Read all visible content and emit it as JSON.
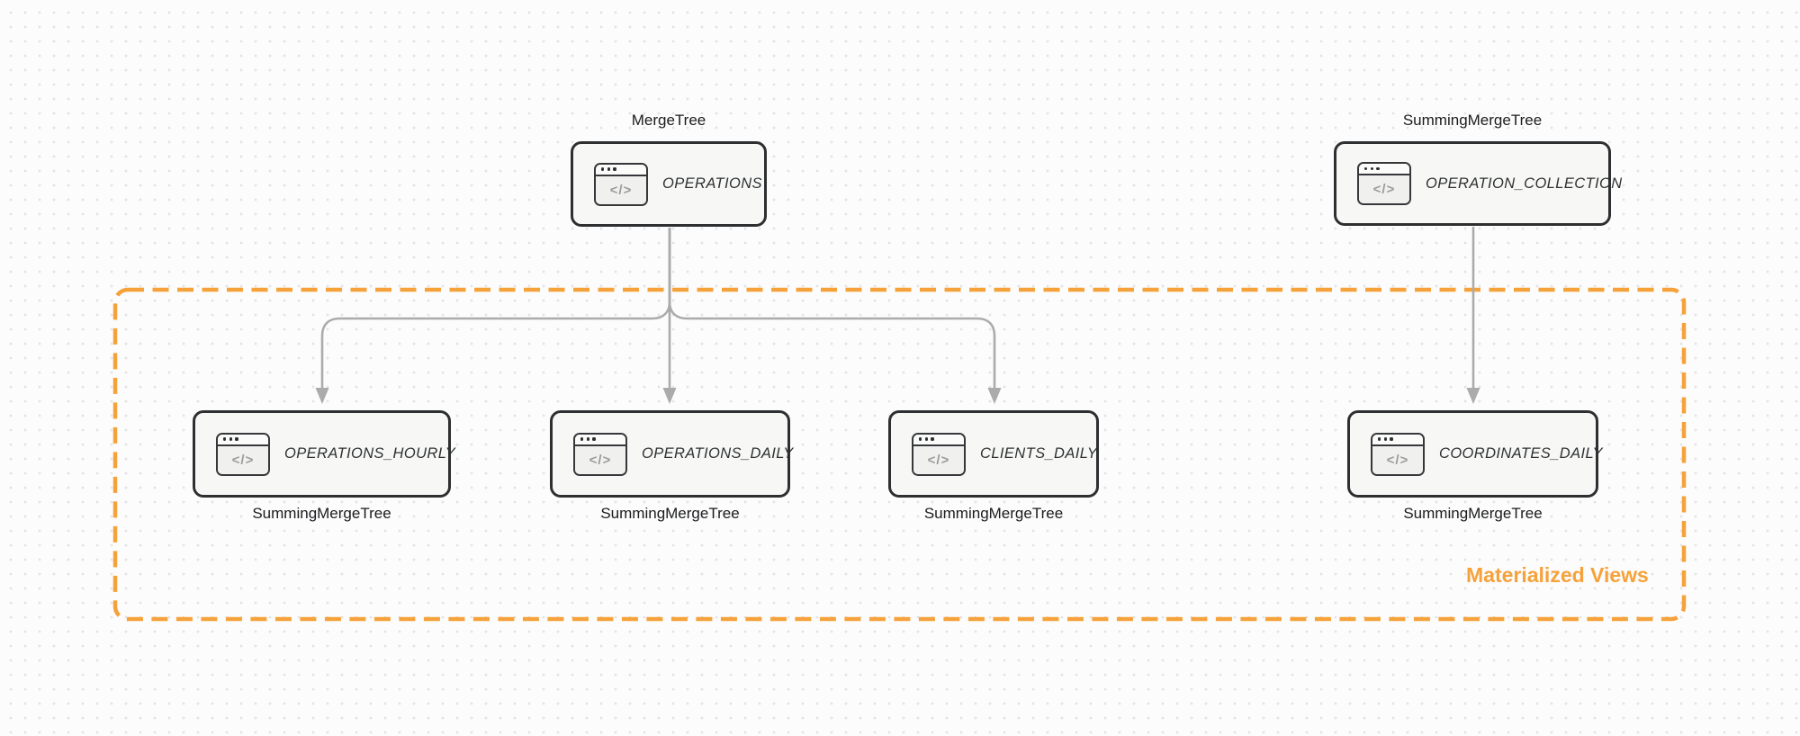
{
  "diagram": {
    "nodes": [
      {
        "id": "operations",
        "label": "OPERATIONS",
        "engine": "MergeTree",
        "engine_label_position": "top"
      },
      {
        "id": "operation_collection",
        "label": "OPERATION_COLLECTION",
        "engine": "SummingMergeTree",
        "engine_label_position": "top"
      },
      {
        "id": "operations_hourly",
        "label": "OPERATIONS_HOURLY",
        "engine": "SummingMergeTree",
        "engine_label_position": "bottom"
      },
      {
        "id": "operations_daily",
        "label": "OPERATIONS_DAILY",
        "engine": "SummingMergeTree",
        "engine_label_position": "bottom"
      },
      {
        "id": "clients_daily",
        "label": "CLIENTS_DAILY",
        "engine": "SummingMergeTree",
        "engine_label_position": "bottom"
      },
      {
        "id": "coordinates_daily",
        "label": "COORDINATES_DAILY",
        "engine": "SummingMergeTree",
        "engine_label_position": "bottom"
      }
    ],
    "edges": [
      {
        "from": "OPERATIONS",
        "to": "OPERATIONS_HOURLY"
      },
      {
        "from": "OPERATIONS",
        "to": "OPERATIONS_DAILY"
      },
      {
        "from": "OPERATIONS",
        "to": "CLIENTS_DAILY"
      },
      {
        "from": "OPERATION_COLLECTION",
        "to": "COORDINATES_DAILY"
      }
    ],
    "group_label": "Materialized Views",
    "icon_glyph": "</>",
    "colors": {
      "accent_orange": "#f6a23b",
      "node_border": "#2d2f31",
      "node_fill": "#f7f8f6",
      "arrow_gray": "#ababab"
    }
  }
}
